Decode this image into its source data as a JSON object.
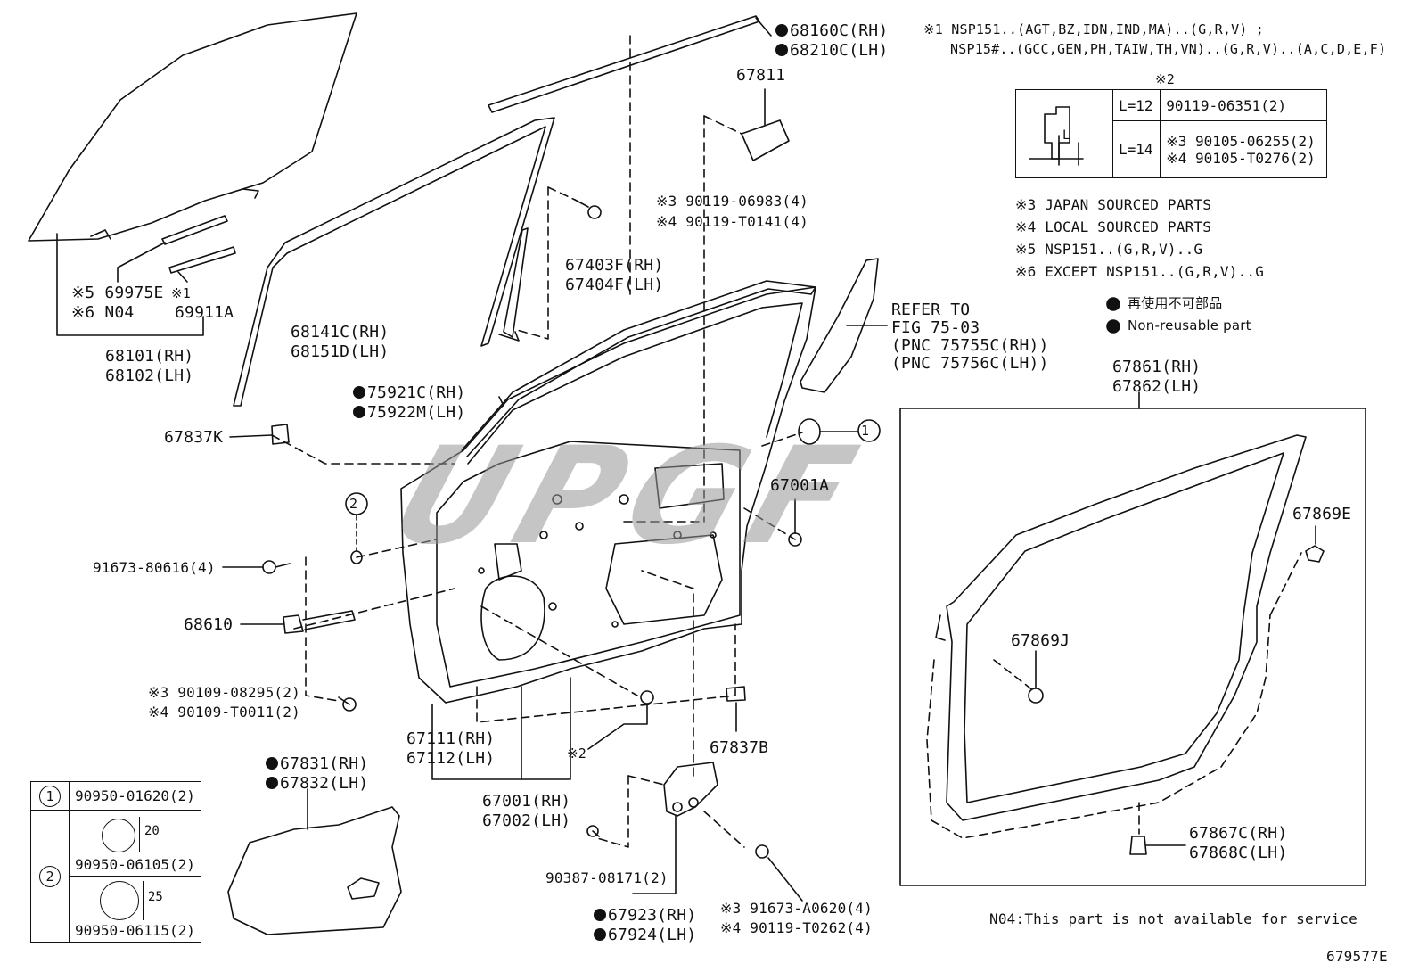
{
  "diagram_id": "679577E",
  "watermark": "UPGF",
  "notes": {
    "n1_line1": "※1 NSP151..(AGT,BZ,IDN,IND,MA)..(G,R,V) ;",
    "n1_line2": "NSP15#..(GCC,GEN,PH,TAIW,TH,VN)..(G,R,V)..(A,C,D,E,F)",
    "n3": "※3 JAPAN SOURCED PARTS",
    "n4": "※4 LOCAL SOURCED PARTS",
    "n5": "※5 NSP151..(G,R,V)..G",
    "n6": "※6 EXCEPT NSP151..(G,R,V)..G",
    "nonreusable_jp": "再使用不可部品",
    "nonreusable_en": "Non-reusable part",
    "n04": "N04:This part is not available for service"
  },
  "bolt_table": {
    "title": "※2",
    "l12": "L=12",
    "l12_part": "90119-06351(2)",
    "l14": "L=14",
    "l14_part1": "※3 90105-06255(2)",
    "l14_part2": "※4 90105-T0276(2)",
    "dim": "L"
  },
  "legend_table": {
    "c1": "1",
    "c1_part": "90950-01620(2)",
    "c2": "2",
    "c2a_dim": "20",
    "c2a_part": "90950-06105(2)",
    "c2b_dim": "25",
    "c2b_part": "90950-06115(2)"
  },
  "labels": {
    "p68160": "68160C(RH)",
    "p68210": "68210C(LH)",
    "p67811": "67811",
    "p90119a": "※3 90119-06983(4)",
    "p90119b": "※4 90119-T0141(4)",
    "p67403": "67403F(RH)",
    "p67404": "67404F(LH)",
    "p69975": "※5 69975E",
    "p69911": "※1",
    "p69911n": "69911A",
    "pN04": "※6 N04",
    "p68101": "68101(RH)",
    "p68102": "68102(LH)",
    "p68141": "68141C(RH)",
    "p68151": "68151D(LH)",
    "p75921": "75921C(RH)",
    "p75922": "75922M(LH)",
    "p67837k": "67837K",
    "refer1": "REFER TO",
    "refer2": "FIG 75-03",
    "refer3": "(PNC 75755C(RH))",
    "refer4": "(PNC 75756C(LH))",
    "p67001a": "67001A",
    "callout1": "1",
    "callout2": "2",
    "p91673": "91673-80616(4)",
    "p68610": "68610",
    "p90109a": "※3 90109-08295(2)",
    "p90109b": "※4 90109-T0011(2)",
    "p67111": "67111(RH)",
    "p67112": "67112(LH)",
    "p67001": "67001(RH)",
    "p67002": "67002(LH)",
    "star2": "※2",
    "p67837b": "67837B",
    "p67831": "67831(RH)",
    "p67832": "67832(LH)",
    "p90387": "90387-08171(2)",
    "p67923": "67923(RH)",
    "p67924": "67924(LH)",
    "p91673a": "※3 91673-A0620(4)",
    "p90119t": "※4 90119-T0262(4)",
    "p67861": "67861(RH)",
    "p67862": "67862(LH)",
    "p67869e": "67869E",
    "p67869j": "67869J",
    "p67867": "67867C(RH)",
    "p67868": "67868C(LH)"
  }
}
